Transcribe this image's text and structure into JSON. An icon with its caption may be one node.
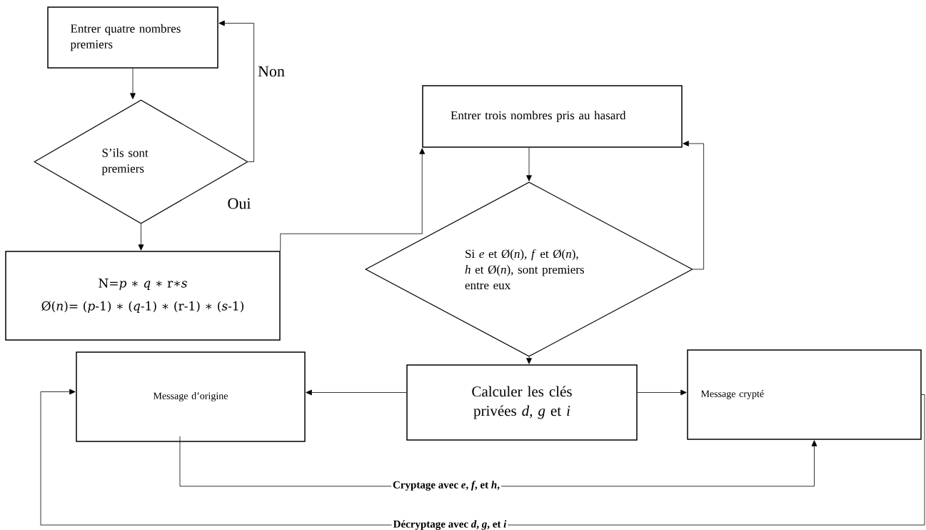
{
  "diagram": {
    "nodes": [
      {
        "text": [
          "Entrer quatre nombres premiers"
        ]
      },
      {
        "text": [
          "S’ils sont premiers"
        ]
      },
      {
        "text": [
          "N=*p* ∗ *q* ∗ r∗*s*",
          "Ø(*n*)= (*p*-1) ∗ (*q*-1) ∗ (r-1) ∗ (*s*-1)"
        ]
      },
      {
        "text": [
          "Entrer trois nombres pris au hasard"
        ]
      },
      {
        "text": [
          "Si *e* et Ø(*n*), *f* et Ø(*n*), *h* et Ø(*n*), sont premiers entre eux"
        ]
      },
      {
        "text": [
          "Message d’origine"
        ]
      },
      {
        "text": [
          "Calculer les clés privées *d*, *g* et *i*"
        ]
      },
      {
        "text": [
          "Message crypté"
        ]
      }
    ],
    "edges": [
      {
        "from": 0,
        "to": 1,
        "arrow": "to"
      },
      {
        "from": 1,
        "to": 0,
        "arrow": "to",
        "label": "Non"
      },
      {
        "from": 1,
        "to": 2,
        "arrow": "to"
      },
      {
        "from": 2,
        "to": 3,
        "arrow": "to"
      },
      {
        "from": 3,
        "to": 4,
        "arrow": "to"
      },
      {
        "from": 4,
        "to": 3,
        "arrow": "to"
      },
      {
        "from": 4,
        "to": 6,
        "arrow": "to"
      },
      {
        "from": 6,
        "to": 5,
        "arrow": "to"
      },
      {
        "from": 6,
        "to": 7,
        "arrow": "to"
      },
      {
        "from": 5,
        "to": 7,
        "arrow": "to",
        "label": "Cryptage avec *e*, *f*, et *h*,"
      },
      {
        "from": 7,
        "to": 5,
        "arrow": "to",
        "label": "Décryptage avec *d*, *g*, et *i*"
      }
    ],
    "labels": [
      "Oui"
    ]
  }
}
